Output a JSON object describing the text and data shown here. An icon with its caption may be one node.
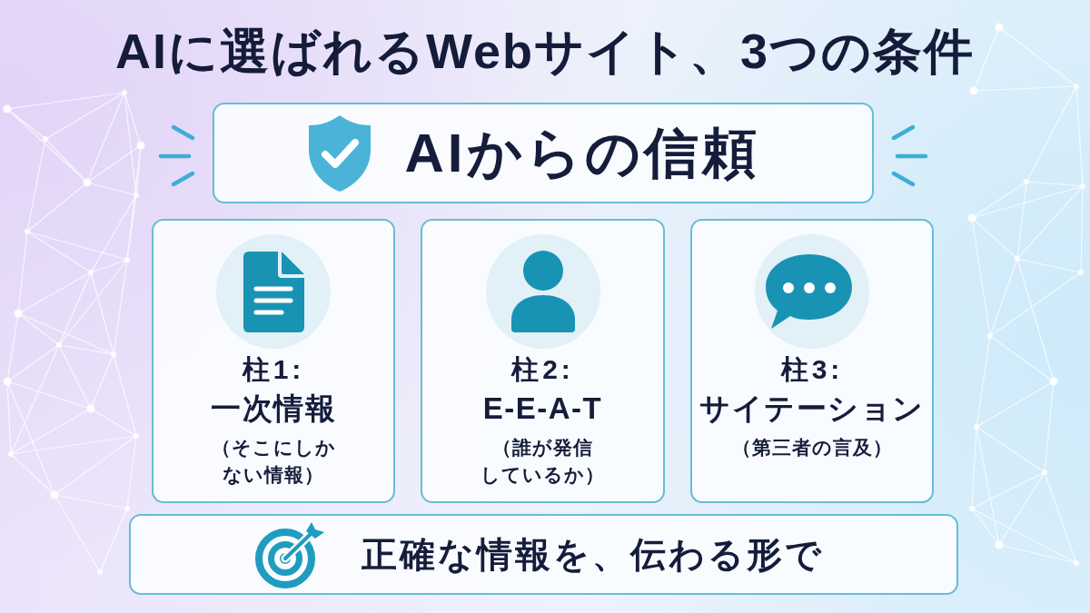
{
  "diagram": {
    "title": "AIに選ばれるWebサイト、3つの条件",
    "nodes": [
      {
        "text": [
          "AIからの信頼"
        ]
      },
      {
        "text": [
          "柱1:",
          "一次情報",
          "（そこにしかない情報）"
        ]
      },
      {
        "text": [
          "柱2:",
          "E-E-A-T",
          "（誰が発信しているか）"
        ]
      },
      {
        "text": [
          "柱3:",
          "サイテーション",
          "（第三者の言及）"
        ]
      },
      {
        "text": [
          "正確な情報を、伝わる形で"
        ]
      }
    ]
  }
}
